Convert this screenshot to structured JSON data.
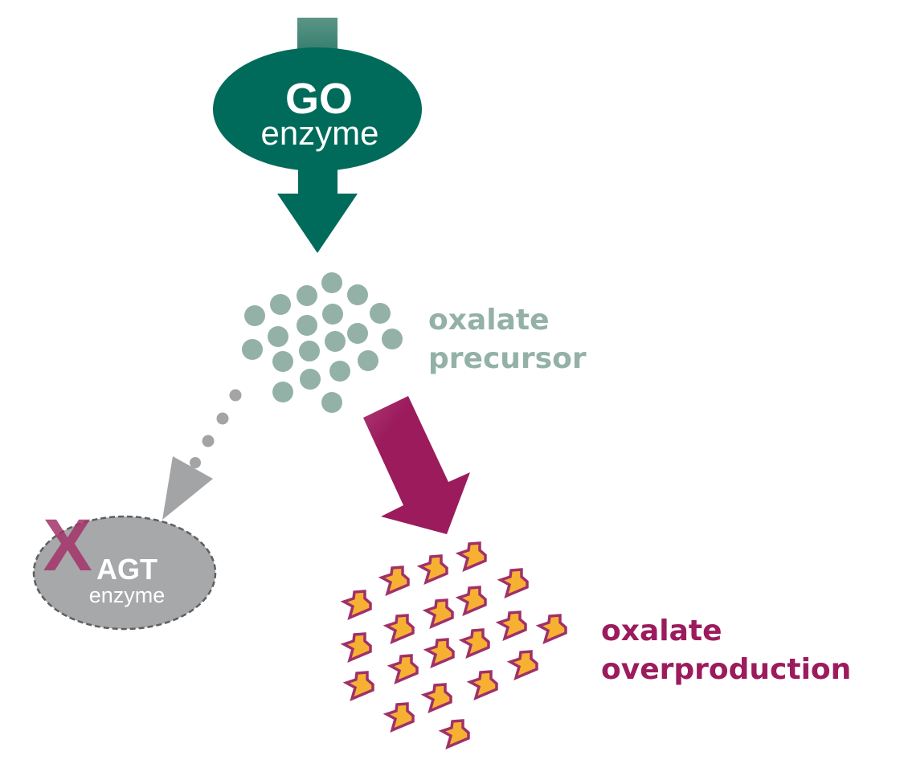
{
  "colors": {
    "go_teal": "#006b5a",
    "go_stem": "#4f8d7f",
    "precursor_dot": "#93b1a7",
    "precursor_text": "#93b1a7",
    "grey_arrow": "#a3a4a6",
    "agt_fill": "#a7a8aa",
    "agt_border": "#5e5f61",
    "x_mark": "#a3336a",
    "magenta_arrow": "#9b1b5d",
    "star_fill": "#f6b133",
    "star_stroke": "#a0306a",
    "overproduction_text": "#9b1b5d"
  },
  "go_enzyme": {
    "title": "GO",
    "subtitle": "enzyme"
  },
  "precursor": {
    "line1": "oxalate",
    "line2": "precursor",
    "dot_count": 20
  },
  "agt_enzyme": {
    "title": "AGT",
    "subtitle": "enzyme",
    "blocked_mark": "X",
    "status": "blocked"
  },
  "overproduction": {
    "line1": "oxalate",
    "line2": "overproduction",
    "star_count": 20
  },
  "icons": {
    "go_arrow": "down-arrow-icon",
    "blocked_pathway": "dotted-arrow-icon",
    "overproduction_arrow": "diagonal-arrow-icon",
    "blocked": "x-mark-icon",
    "precursor_particle": "circle-icon",
    "oxalate_crystal": "star-icon"
  }
}
